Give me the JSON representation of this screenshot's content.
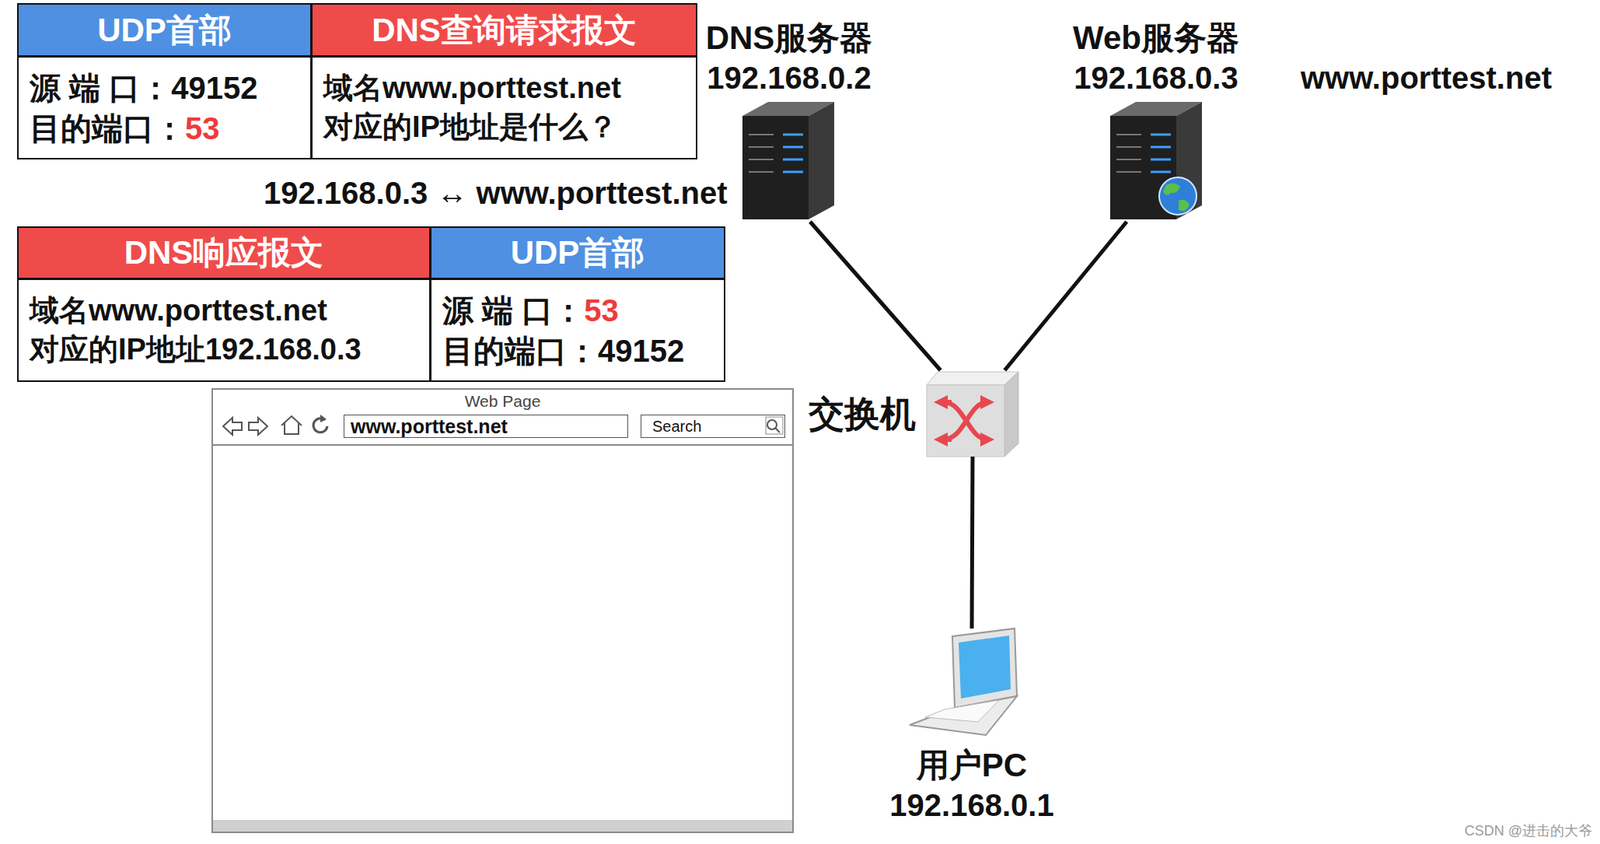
{
  "diagram": {
    "nodes": [
      {
        "text": [
          "UDP首部"
        ]
      },
      {
        "text": [
          "源 端 口：",
          "49152",
          "目的端口：",
          "53"
        ]
      },
      {
        "text": [
          "DNS查询请求报文"
        ]
      },
      {
        "text": [
          "域名www.porttest.net",
          "对应的IP地址是什么？"
        ]
      },
      {
        "text": [
          "DNS响应报文"
        ]
      },
      {
        "text": [
          "域名www.porttest.net",
          "对应的IP地址192.168.0.3"
        ]
      },
      {
        "text": [
          "UDP首部"
        ]
      },
      {
        "text": [
          "源 端 口：",
          "53",
          "目的端口：",
          "49152"
        ]
      },
      {
        "text": [
          "DNS服务器",
          "192.168.0.2"
        ]
      },
      {
        "text": [
          "Web服务器",
          "192.168.0.3"
        ]
      },
      {
        "text": [
          "交换机"
        ]
      },
      {
        "text": [
          "用户PC",
          "192.168.0.1"
        ]
      },
      {
        "text": [
          "Web Page"
        ]
      },
      {
        "text": [
          "www.porttest.net"
        ],
        "in": 12
      },
      {
        "text": [
          "Search"
        ],
        "in": 12
      }
    ],
    "edges": [
      {
        "from": 8,
        "to": 10,
        "arrow": "none"
      },
      {
        "from": 9,
        "to": 10,
        "arrow": "none"
      },
      {
        "from": 10,
        "to": 11,
        "arrow": "none"
      }
    ],
    "labels": [
      "192.168.0.3 ↔ www.porttest.net",
      "www.porttest.net",
      "CSDN @进击的大爷"
    ]
  }
}
